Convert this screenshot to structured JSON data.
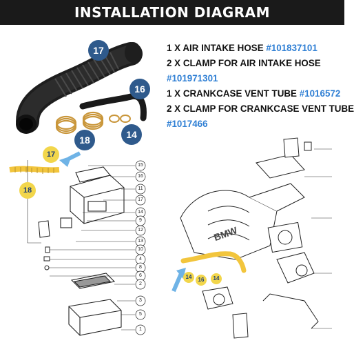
{
  "header": {
    "title": "INSTALLATION DIAGRAM"
  },
  "colors": {
    "accent_blue": "#2f7fd4",
    "badge_navy": "#2f5a8c",
    "badge_yellow": "#f2d64b",
    "hose_black": "#1e1e1e",
    "brass": "#c9963a"
  },
  "product": {
    "badges": [
      {
        "label": "17"
      },
      {
        "label": "16"
      },
      {
        "label": "18"
      },
      {
        "label": "14"
      }
    ]
  },
  "parts": [
    {
      "text": "1 X AIR INTAKE HOSE ",
      "number": "#101837101"
    },
    {
      "text": "2 X CLAMP FOR AIR INTAKE HOSE",
      "number": ""
    },
    {
      "text": "",
      "number": "#101971301"
    },
    {
      "text": "1 X CRANKCASE VENT TUBE ",
      "number": "#1016572"
    },
    {
      "text": "2 X CLAMP FOR CRANKCASE VENT TUBE",
      "number": ""
    },
    {
      "text": "",
      "number": "#1017466"
    }
  ],
  "left_diagram": {
    "badges": [
      {
        "label": "17"
      },
      {
        "label": "18"
      }
    ],
    "callouts": [
      "15",
      "16",
      "11",
      "17",
      "14",
      "9",
      "12",
      "13",
      "10",
      "4",
      "8",
      "6",
      "2",
      "3",
      "5",
      "1"
    ]
  },
  "right_diagram": {
    "badges": [
      {
        "label": "14"
      },
      {
        "label": "16"
      },
      {
        "label": "14"
      }
    ],
    "engine_text": "BMW"
  }
}
